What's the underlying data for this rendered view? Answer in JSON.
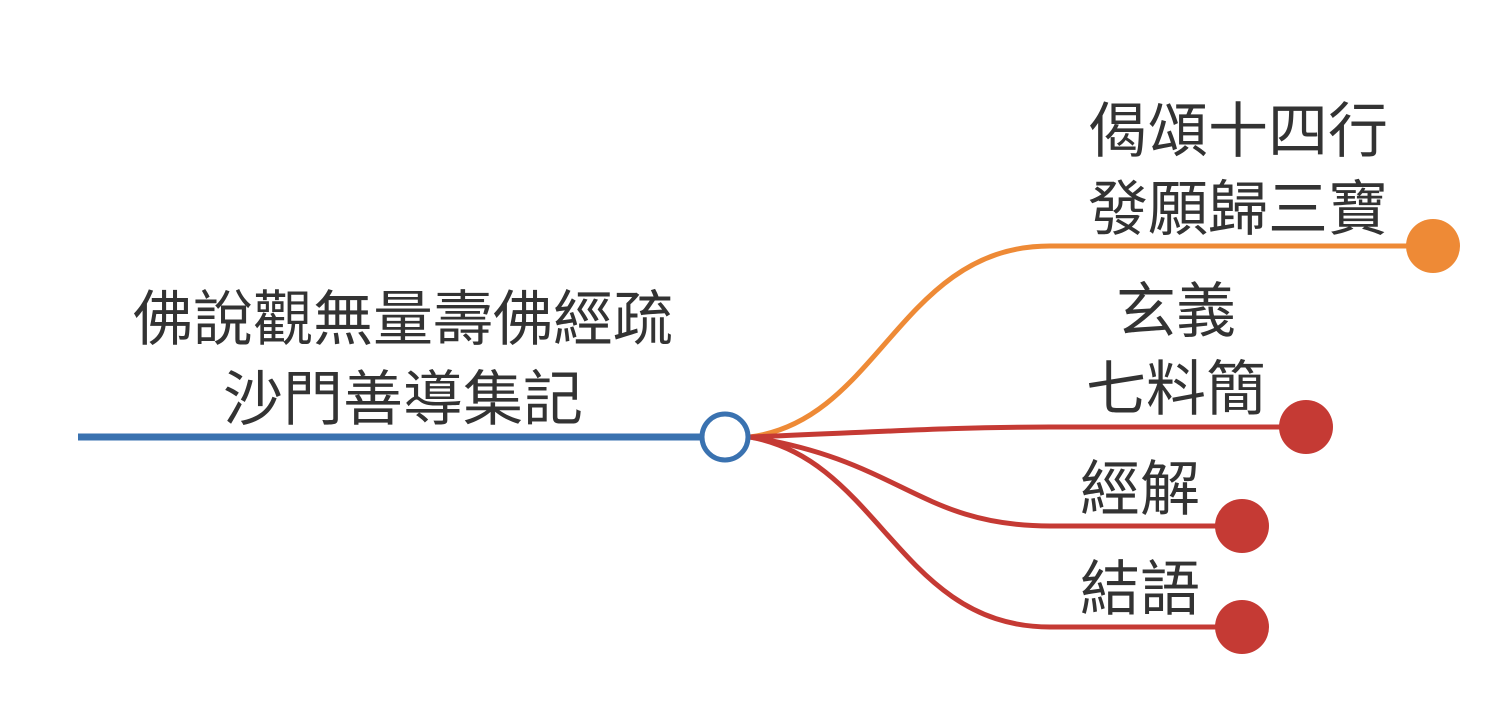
{
  "colors": {
    "root": "#3a72b0",
    "orange": "#ee8a36",
    "red": "#c53a34",
    "text": "#333333"
  },
  "root": {
    "line1": "佛說觀無量壽佛經疏",
    "line2": "沙門善導集記"
  },
  "branches": [
    {
      "line1": "偈頌十四行",
      "line2": "發願歸三寶"
    },
    {
      "line1": "玄義",
      "line2": "七料簡"
    },
    {
      "line1": "經解"
    },
    {
      "line1": "結語"
    }
  ]
}
